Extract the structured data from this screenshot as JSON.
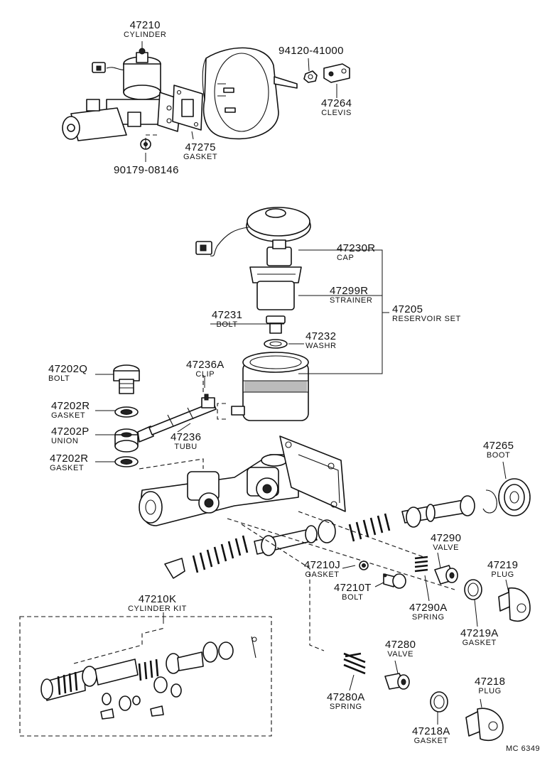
{
  "parts": {
    "p47210": {
      "number": "47210",
      "name": "CYLINDER"
    },
    "p94120": {
      "number": "94120-41000",
      "name": ""
    },
    "p47264": {
      "number": "47264",
      "name": "CLEVIS"
    },
    "p47275": {
      "number": "47275",
      "name": "GASKET"
    },
    "p90179": {
      "number": "90179-08146",
      "name": ""
    },
    "p47230R": {
      "number": "47230R",
      "name": "CAP"
    },
    "p47299R": {
      "number": "47299R",
      "name": "STRAINER"
    },
    "p47231": {
      "number": "47231",
      "name": "BOLT"
    },
    "p47205": {
      "number": "47205",
      "name": "RESERVOIR SET"
    },
    "p47232": {
      "number": "47232",
      "name": "WASHR"
    },
    "p47202Q": {
      "number": "47202Q",
      "name": "BOLT"
    },
    "p47236A": {
      "number": "47236A",
      "name": "CLIP"
    },
    "p47202R_a": {
      "number": "47202R",
      "name": "GASKET"
    },
    "p47202P": {
      "number": "47202P",
      "name": "UNION"
    },
    "p47236": {
      "number": "47236",
      "name": "TUBU"
    },
    "p47202R_b": {
      "number": "47202R",
      "name": "GASKET"
    },
    "p47265": {
      "number": "47265",
      "name": "BOOT"
    },
    "p47290": {
      "number": "47290",
      "name": "VALVE"
    },
    "p47219": {
      "number": "47219",
      "name": "PLUG"
    },
    "p47210J": {
      "number": "47210J",
      "name": "GASKET"
    },
    "p47210T": {
      "number": "47210T",
      "name": "BOLT"
    },
    "p47290A": {
      "number": "47290A",
      "name": "SPRING"
    },
    "p47219A": {
      "number": "47219A",
      "name": "GASKET"
    },
    "p47210K": {
      "number": "47210K",
      "name": "CYLINDER KIT"
    },
    "p47280": {
      "number": "47280",
      "name": "VALVE"
    },
    "p47218": {
      "number": "47218",
      "name": "PLUG"
    },
    "p47280A": {
      "number": "47280A",
      "name": "SPRING"
    },
    "p47218A": {
      "number": "47218A",
      "name": "GASKET"
    }
  },
  "figure_code": "MC 6349"
}
